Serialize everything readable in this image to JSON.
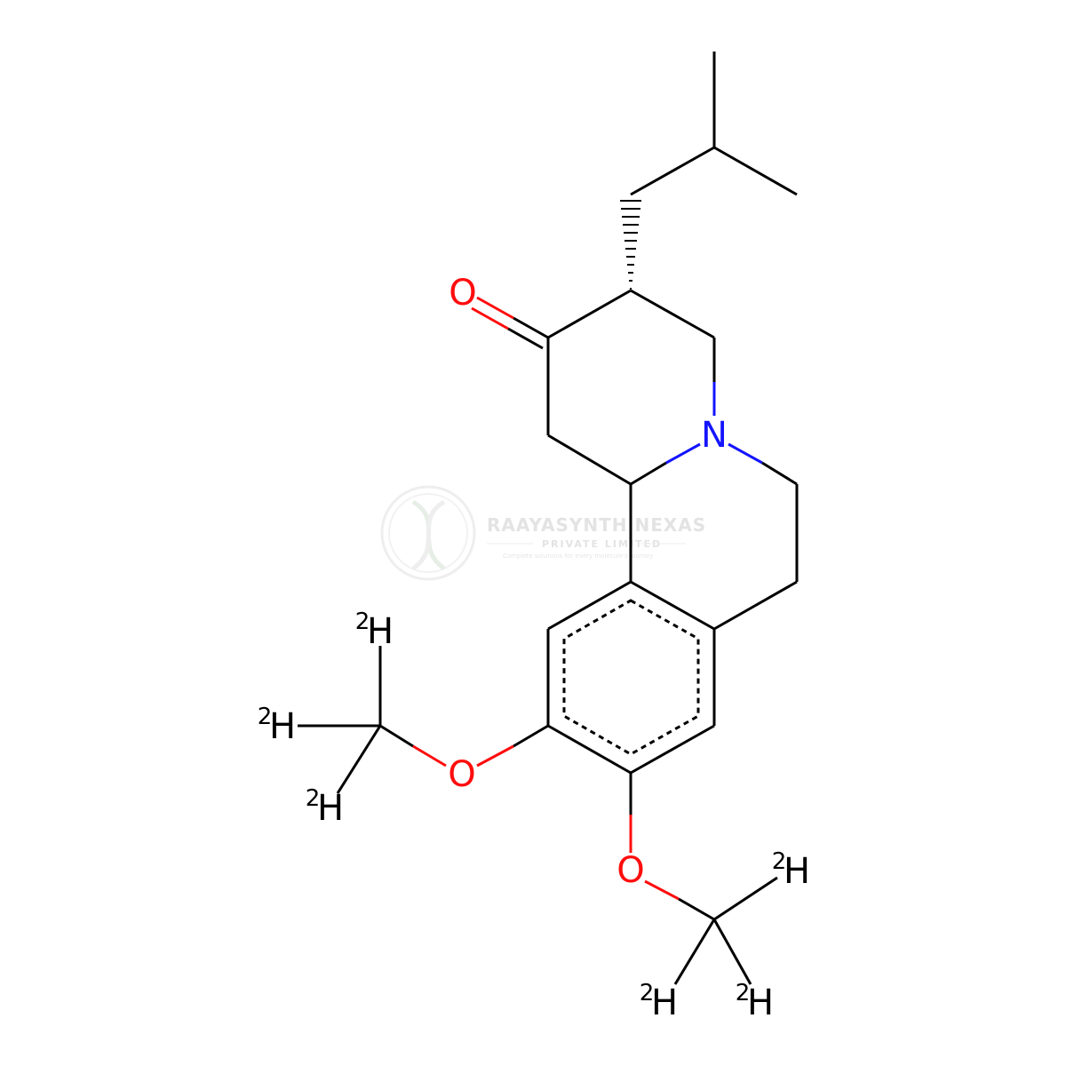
{
  "watermark": {
    "name": "RAAYASYNTH NEXAS",
    "subtitle": "PRIVATE LIMITED",
    "tagline": "Complete solutions for every molecule's journey"
  },
  "atoms": {
    "carbonyl_o": "O",
    "ring_n": "N",
    "ether_o_left": "O",
    "ether_o_bottom": "O",
    "iso_mass": "2",
    "h_symbol": "H"
  },
  "colors": {
    "bond": "#000000",
    "oxygen": "#ff0d0d",
    "nitrogen": "#1414ff",
    "watermark": "#e3e3e3"
  }
}
